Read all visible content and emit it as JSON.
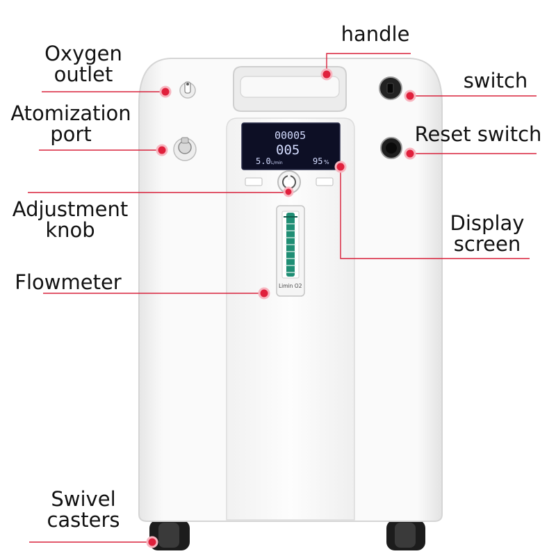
{
  "colors": {
    "leader_line": "#d8203a",
    "callout_dot": "#e0203c",
    "device_body": "#f7f7f7",
    "device_outline": "#d5d5d5",
    "display_background": "#0d0f25",
    "display_text": "#d4dcff",
    "flowmeter_float": "#1f8e74",
    "caster": "#1c1c1c"
  },
  "labels": {
    "oxygen_outlet": [
      "Oxygen",
      "outlet"
    ],
    "atomization_port": [
      "Atomization",
      "port"
    ],
    "adjustment_knob": [
      "Adjustment",
      "knob"
    ],
    "flowmeter": [
      "Flowmeter"
    ],
    "swivel_casters": [
      "Swivel",
      "casters"
    ],
    "handle": [
      "handle"
    ],
    "switch": [
      "switch"
    ],
    "reset_switch": [
      "Reset switch"
    ],
    "display_screen": [
      "Display",
      "screen"
    ]
  },
  "device": {
    "display": {
      "top_value": "00005",
      "middle_value": "005",
      "left_value": "5.0",
      "left_unit": "L/min",
      "right_value": "95",
      "right_unit": "%"
    },
    "flowmeter_brand": "Limin O2"
  }
}
